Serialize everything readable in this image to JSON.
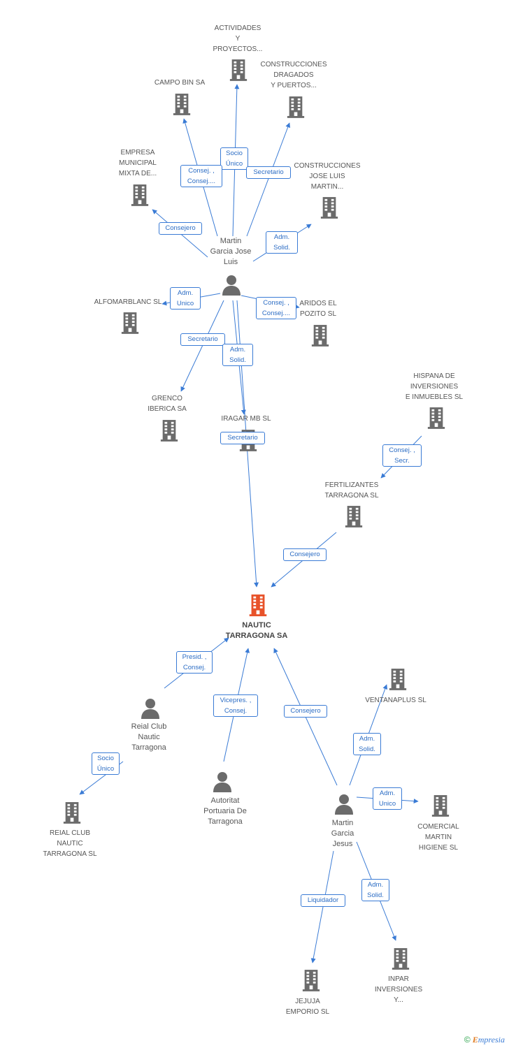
{
  "nodes": {
    "actividades": {
      "label": "ACTIVIDADES\nY\nPROYECTOS...",
      "kind": "company"
    },
    "campo_bin": {
      "label": "CAMPO BIN SA",
      "kind": "company"
    },
    "construcciones_dragados": {
      "label": "CONSTRUCCIONES\nDRAGADOS\nY PUERTOS...",
      "kind": "company"
    },
    "empresa_municipal": {
      "label": "EMPRESA\nMUNICIPAL\nMIXTA DE...",
      "kind": "company"
    },
    "construcciones_jose_luis": {
      "label": "CONSTRUCCIONES\nJOSE LUIS\nMARTIN...",
      "kind": "company"
    },
    "martin_garcia_jose_luis": {
      "label": "Martin\nGarcia Jose\nLuis",
      "kind": "person"
    },
    "alfomarblanc": {
      "label": "ALFOMARBLANC SL",
      "kind": "company"
    },
    "aridos_el_pozito": {
      "label": "ARIDOS EL\nPOZITO SL",
      "kind": "company"
    },
    "grenco_iberica": {
      "label": "GRENCO\nIBERICA SA",
      "kind": "company"
    },
    "iragar_mb": {
      "label": "IRAGAR MB SL",
      "kind": "company"
    },
    "hispana_inversiones": {
      "label": "HISPANA DE\nINVERSIONES\nE INMUEBLES SL",
      "kind": "company"
    },
    "fertilizantes_tarragona": {
      "label": "FERTILIZANTES\nTARRAGONA SL",
      "kind": "company"
    },
    "nautic_tarragona": {
      "label": "NAUTIC\nTARRAGONA SA",
      "kind": "main"
    },
    "reial_club_person": {
      "label": "Reial Club\nNautic\nTarragona",
      "kind": "person"
    },
    "reial_club_sl": {
      "label": "REIAL CLUB\nNAUTIC\nTARRAGONA SL",
      "kind": "company"
    },
    "autoritat_portuaria": {
      "label": "Autoritat\nPortuaria De\nTarragona",
      "kind": "person"
    },
    "ventanaplus": {
      "label": "VENTANAPLUS SL",
      "kind": "company"
    },
    "martin_garcia_jesus": {
      "label": "Martin\nGarcia\nJesus",
      "kind": "person"
    },
    "comercial_martin": {
      "label": "COMERCIAL\nMARTIN\nHIGIENE SL",
      "kind": "company"
    },
    "jejuja_emporio": {
      "label": "JEJUJA\nEMPORIO SL",
      "kind": "company"
    },
    "inpar_inversiones": {
      "label": "INPAR\nINVERSIONES\nY...",
      "kind": "company"
    }
  },
  "edges": [
    {
      "id": "e1",
      "label": "Socio\nÚnico"
    },
    {
      "id": "e2",
      "label": "Consej. ,\nConsej...."
    },
    {
      "id": "e3",
      "label": "Secretario"
    },
    {
      "id": "e4",
      "label": "Consejero"
    },
    {
      "id": "e5",
      "label": "Adm.\nSolid."
    },
    {
      "id": "e6",
      "label": "Adm.\nUnico"
    },
    {
      "id": "e7",
      "label": "Consej. ,\nConsej...."
    },
    {
      "id": "e8",
      "label": "Secretario"
    },
    {
      "id": "e9",
      "label": "Adm.\nSolid."
    },
    {
      "id": "e10",
      "label": "Secretario"
    },
    {
      "id": "e11",
      "label": "Consej. ,\nSecr."
    },
    {
      "id": "e12",
      "label": "Consejero"
    },
    {
      "id": "e13",
      "label": "Presid. ,\nConsej."
    },
    {
      "id": "e14",
      "label": "Socio\nÚnico"
    },
    {
      "id": "e15",
      "label": "Vicepres. ,\nConsej."
    },
    {
      "id": "e16",
      "label": "Consejero"
    },
    {
      "id": "e17",
      "label": "Adm.\nSolid."
    },
    {
      "id": "e18",
      "label": "Adm.\nUnico"
    },
    {
      "id": "e19",
      "label": "Liquidador"
    },
    {
      "id": "e20",
      "label": "Adm.\nSolid."
    }
  ],
  "colors": {
    "edge": "#3a7bd5",
    "company_icon": "#6b6b6b",
    "main_icon": "#e8532a",
    "person_icon": "#6b6b6b"
  },
  "footer": {
    "copyright": "©",
    "brand_initial": "E",
    "brand_rest": "mpresia"
  }
}
